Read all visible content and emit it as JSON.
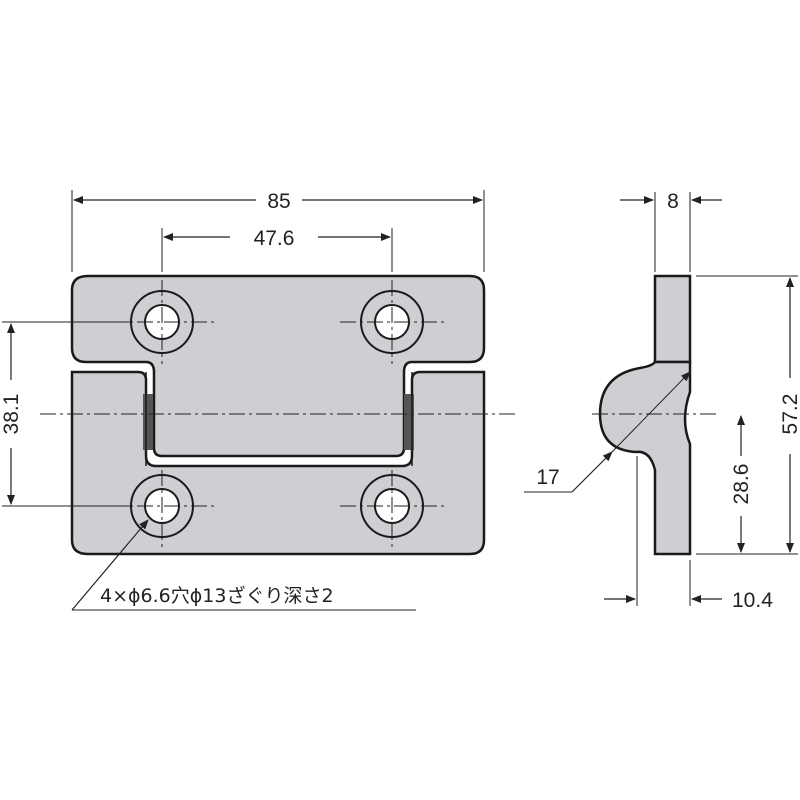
{
  "colors": {
    "part_fill": "#cfcfd3",
    "outline": "#1a1a1a",
    "dim_line": "#222222",
    "background": "#ffffff"
  },
  "front_view": {
    "dim_overall_width": "85",
    "dim_hole_pitch_horizontal": "47.6",
    "dim_hole_pitch_vertical": "38.1",
    "hole_note": "4×ϕ6.6穴ϕ13ざぐり深さ2"
  },
  "side_view": {
    "dim_thickness": "8",
    "dim_overall_height": "57.2",
    "dim_pivot_height": "28.6",
    "dim_knuckle_radius": "17",
    "dim_depth": "10.4"
  }
}
